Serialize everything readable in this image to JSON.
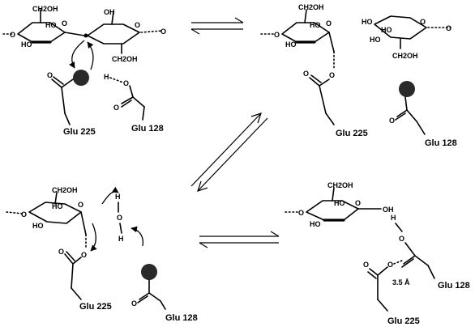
{
  "labels": {
    "ch2oh": "CH2OH",
    "ho": "HO",
    "oh": "OH",
    "o": "O",
    "h": "H",
    "glu225": "Glu 225",
    "glu128": "Glu 128",
    "distance": "3.5 Å"
  },
  "colors": {
    "ink": "#000000",
    "nucleophile_ball": "#2a2a2a"
  }
}
